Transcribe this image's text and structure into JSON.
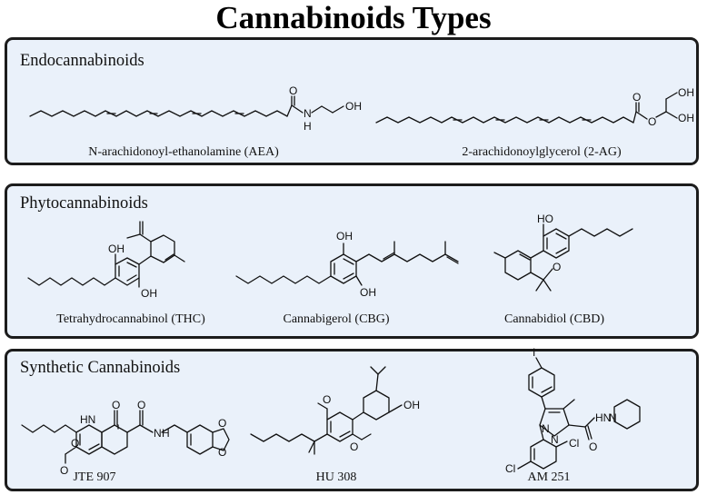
{
  "title": "Cannabinoids Types",
  "panels": {
    "endo": {
      "title": "Endocannabinoids",
      "molecules": [
        {
          "caption": "N-arachidonoyl-ethanolamine (AEA)",
          "atoms": {
            "o": "O",
            "n": "N",
            "h": "H",
            "oh": "OH"
          }
        },
        {
          "caption": "2-arachidonoylglycerol (2-AG)",
          "atoms": {
            "o1": "O",
            "o2": "O",
            "oh1": "OH",
            "oh2": "OH"
          }
        }
      ]
    },
    "phyto": {
      "title": "Phytocannabinoids",
      "molecules": [
        {
          "caption": "Tetrahydrocannabinol (THC)",
          "atoms": {
            "oh1": "OH",
            "oh2": "OH"
          }
        },
        {
          "caption": "Cannabigerol (CBG)",
          "atoms": {
            "oh1": "OH",
            "oh2": "OH"
          }
        },
        {
          "caption": "Cannabidiol (CBD)",
          "atoms": {
            "ho": "HO",
            "o": "O"
          }
        }
      ]
    },
    "syn": {
      "title": "Synthetic Cannabinoids",
      "molecules": [
        {
          "caption": "JTE 907",
          "atoms": {
            "o1": "O",
            "hn": "HN",
            "o2": "O",
            "o3": "O",
            "o4": "O",
            "n": "N",
            "h": "H",
            "o5": "O",
            "o6": "O"
          }
        },
        {
          "caption": "HU 308",
          "atoms": {
            "o1": "O",
            "o2": "O",
            "oh": "OH"
          }
        },
        {
          "caption": "AM 251",
          "atoms": {
            "i": "I",
            "n1": "N",
            "n2": "N",
            "hn": "HN",
            "n3": "N",
            "o": "O",
            "cl1": "Cl",
            "cl2": "Cl"
          }
        }
      ]
    }
  }
}
